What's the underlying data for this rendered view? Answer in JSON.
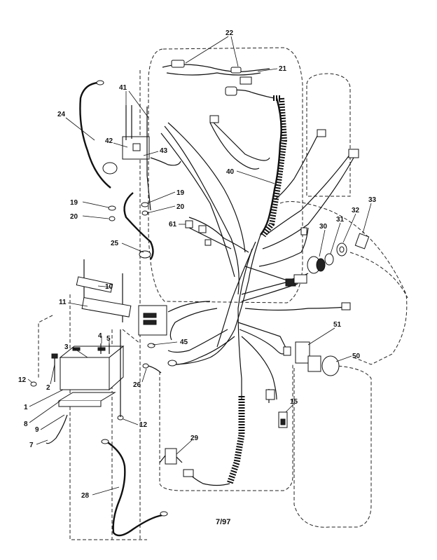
{
  "diagram": {
    "date_code": "7/97",
    "callouts": [
      {
        "id": "c22",
        "text": "22"
      },
      {
        "id": "c21",
        "text": "21"
      },
      {
        "id": "c24",
        "text": "24"
      },
      {
        "id": "c41",
        "text": "41"
      },
      {
        "id": "c42",
        "text": "42"
      },
      {
        "id": "c43",
        "text": "43"
      },
      {
        "id": "c40",
        "text": "40"
      },
      {
        "id": "c19a",
        "text": "19"
      },
      {
        "id": "c20a",
        "text": "20"
      },
      {
        "id": "c19b",
        "text": "19"
      },
      {
        "id": "c20b",
        "text": "20"
      },
      {
        "id": "c61",
        "text": "61"
      },
      {
        "id": "c25",
        "text": "25"
      },
      {
        "id": "c33",
        "text": "33"
      },
      {
        "id": "c32",
        "text": "32"
      },
      {
        "id": "c31",
        "text": "31"
      },
      {
        "id": "c30",
        "text": "30"
      },
      {
        "id": "c10",
        "text": "10"
      },
      {
        "id": "c11",
        "text": "11"
      },
      {
        "id": "c4",
        "text": "4"
      },
      {
        "id": "c5",
        "text": "5"
      },
      {
        "id": "c3",
        "text": "3"
      },
      {
        "id": "c45",
        "text": "45"
      },
      {
        "id": "c51",
        "text": "51"
      },
      {
        "id": "c50",
        "text": "50"
      },
      {
        "id": "c12a",
        "text": "12"
      },
      {
        "id": "c2",
        "text": "2"
      },
      {
        "id": "c1",
        "text": "1"
      },
      {
        "id": "c26",
        "text": "26"
      },
      {
        "id": "c8",
        "text": "8"
      },
      {
        "id": "c9",
        "text": "9"
      },
      {
        "id": "c12b",
        "text": "12"
      },
      {
        "id": "c15",
        "text": "15"
      },
      {
        "id": "c7",
        "text": "7"
      },
      {
        "id": "c29",
        "text": "29"
      },
      {
        "id": "c28",
        "text": "28"
      }
    ]
  }
}
